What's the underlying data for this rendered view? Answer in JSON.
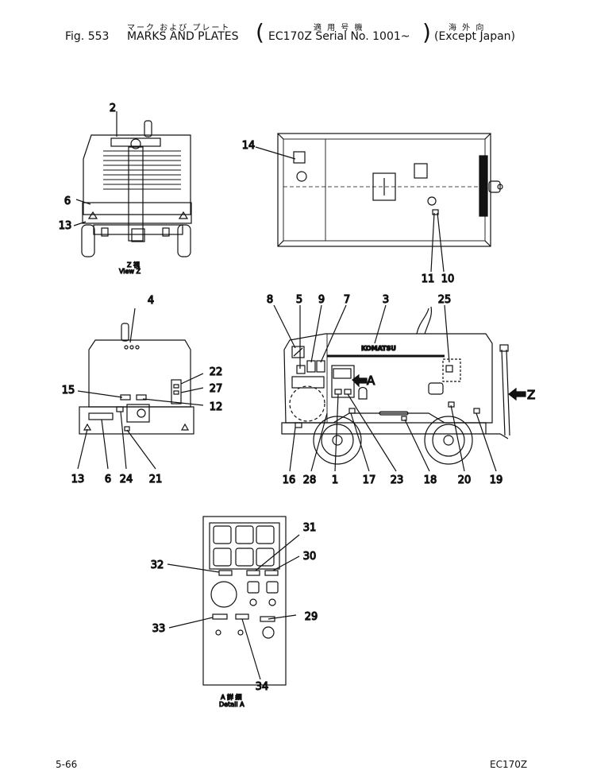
{
  "header": {
    "jp_left": "マーク および プレート",
    "jp_mid": "適 用 号 機",
    "jp_right": "海 外 向",
    "fig": "Fig. 553",
    "title": "MARKS AND PLATES",
    "model_open": "(",
    "model": "EC170Z Serial No. 1001~",
    "model_close": ")",
    "region": "(Except Japan)"
  },
  "view_z": {
    "caption_jp": "Z 視",
    "caption": "View Z",
    "callouts": [
      "2",
      "6",
      "13"
    ]
  },
  "top_view": {
    "callouts": [
      "14",
      "11",
      "10"
    ]
  },
  "side_view": {
    "callouts": [
      "4",
      "15",
      "22",
      "27",
      "12",
      "13",
      "6",
      "24",
      "21"
    ]
  },
  "main_view": {
    "brand": "KOMATSU",
    "arrow_a": "A",
    "arrow_z": "Z",
    "callouts": [
      "8",
      "5",
      "9",
      "7",
      "3",
      "25",
      "16",
      "28",
      "1",
      "17",
      "23",
      "18",
      "20",
      "19"
    ]
  },
  "detail_a": {
    "caption_jp": "A 詳 細",
    "caption": "Detail A",
    "callouts": [
      "31",
      "30",
      "32",
      "33",
      "29",
      "34"
    ]
  },
  "footer": {
    "page": "5-66",
    "model": "EC170Z"
  }
}
